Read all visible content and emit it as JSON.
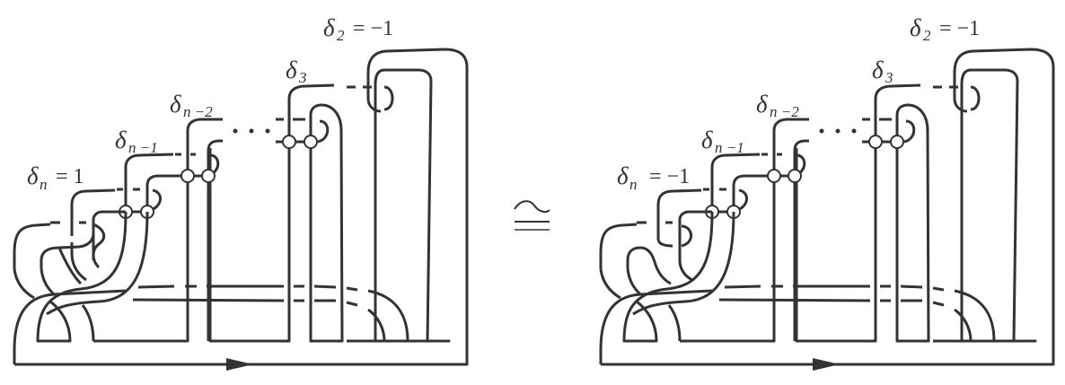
{
  "figure": {
    "relation_symbol": "≅",
    "left_diagram": {
      "labels": {
        "delta_n": {
          "symbol": "δ",
          "subscript": "n",
          "value": "= 1"
        },
        "delta_n_minus_1": {
          "symbol": "δ",
          "subscript": "n −1"
        },
        "delta_n_minus_2": {
          "symbol": "δ",
          "subscript": "n −2"
        },
        "delta_3": {
          "symbol": "δ",
          "subscript": "3"
        },
        "delta_2": {
          "symbol": "δ",
          "subscript": "2",
          "value": "= −1"
        }
      },
      "ellipsis": "· · ·",
      "orientation_arrow": "right"
    },
    "right_diagram": {
      "labels": {
        "delta_n": {
          "symbol": "δ",
          "subscript": "n",
          "value": "= −1"
        },
        "delta_n_minus_1": {
          "symbol": "δ",
          "subscript": "n −1"
        },
        "delta_n_minus_2": {
          "symbol": "δ",
          "subscript": "n −2"
        },
        "delta_3": {
          "symbol": "δ",
          "subscript": "3"
        },
        "delta_2": {
          "symbol": "δ",
          "subscript": "2",
          "value": "= −1"
        }
      },
      "ellipsis": "· · ·",
      "orientation_arrow": "right"
    },
    "colors": {
      "stroke": "#333333",
      "background": "#ffffff"
    }
  }
}
